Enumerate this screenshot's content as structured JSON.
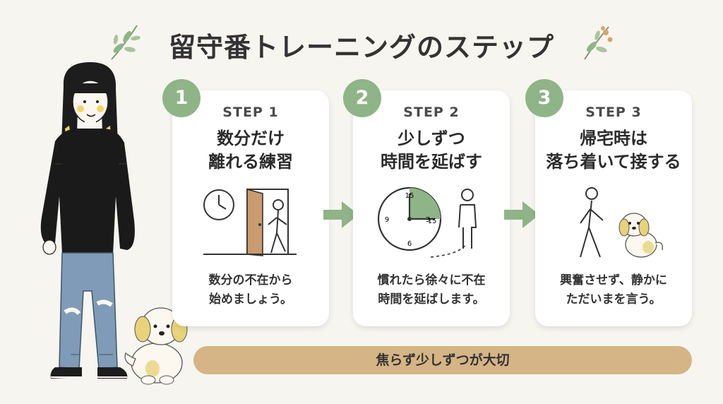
{
  "title": "留守番トレーニングのステップ",
  "steps": [
    {
      "number": "1",
      "label": "STEP 1",
      "title_lines": [
        "数分だけ",
        "離れる練習"
      ],
      "desc_lines": [
        "数分の不在から",
        "始めましょう。"
      ]
    },
    {
      "number": "2",
      "label": "STEP 2",
      "title_lines": [
        "少しずつ",
        "時間を延ばす"
      ],
      "desc_lines": [
        "慣れたら徐々に不在",
        "時間を延ばします。"
      ],
      "clock_labels": [
        "15",
        "3",
        "6",
        "9",
        "15"
      ]
    },
    {
      "number": "3",
      "label": "STEP 3",
      "title_lines": [
        "帰宅時は",
        "落ち着いて接する"
      ],
      "desc_lines": [
        "興奮させず、静かに",
        "ただいまを言う。"
      ]
    }
  ],
  "banner": "焦らず少しずつが大切",
  "colors": {
    "accent_green": "#8fb487",
    "banner_tan": "#d5b485",
    "card_bg": "#ffffff",
    "page_bg": "#f7f5f0"
  }
}
